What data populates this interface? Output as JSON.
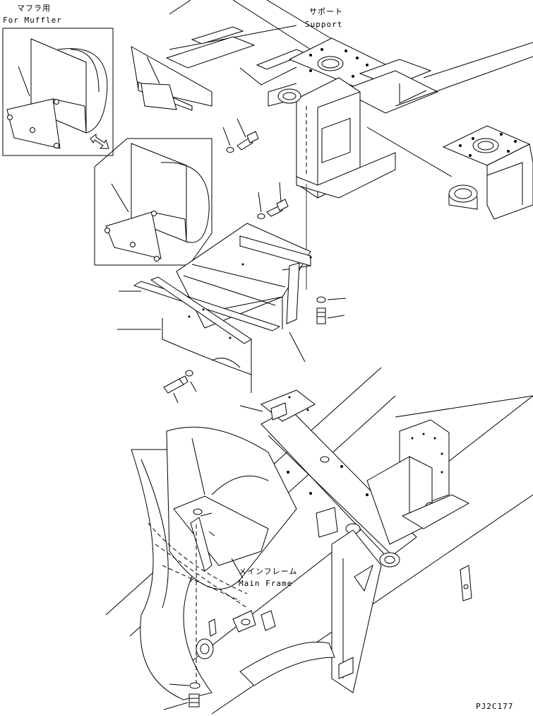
{
  "labels": {
    "muffler_jp": "マフラ用",
    "muffler_en": "For Muffler",
    "support_jp": "サポート",
    "support_en": "Support",
    "mainframe_jp": "メインフレーム",
    "mainframe_en": "Main Frame",
    "drawing_code": "PJ2C177"
  },
  "colors": {
    "line": "#000000",
    "background": "#ffffff"
  }
}
